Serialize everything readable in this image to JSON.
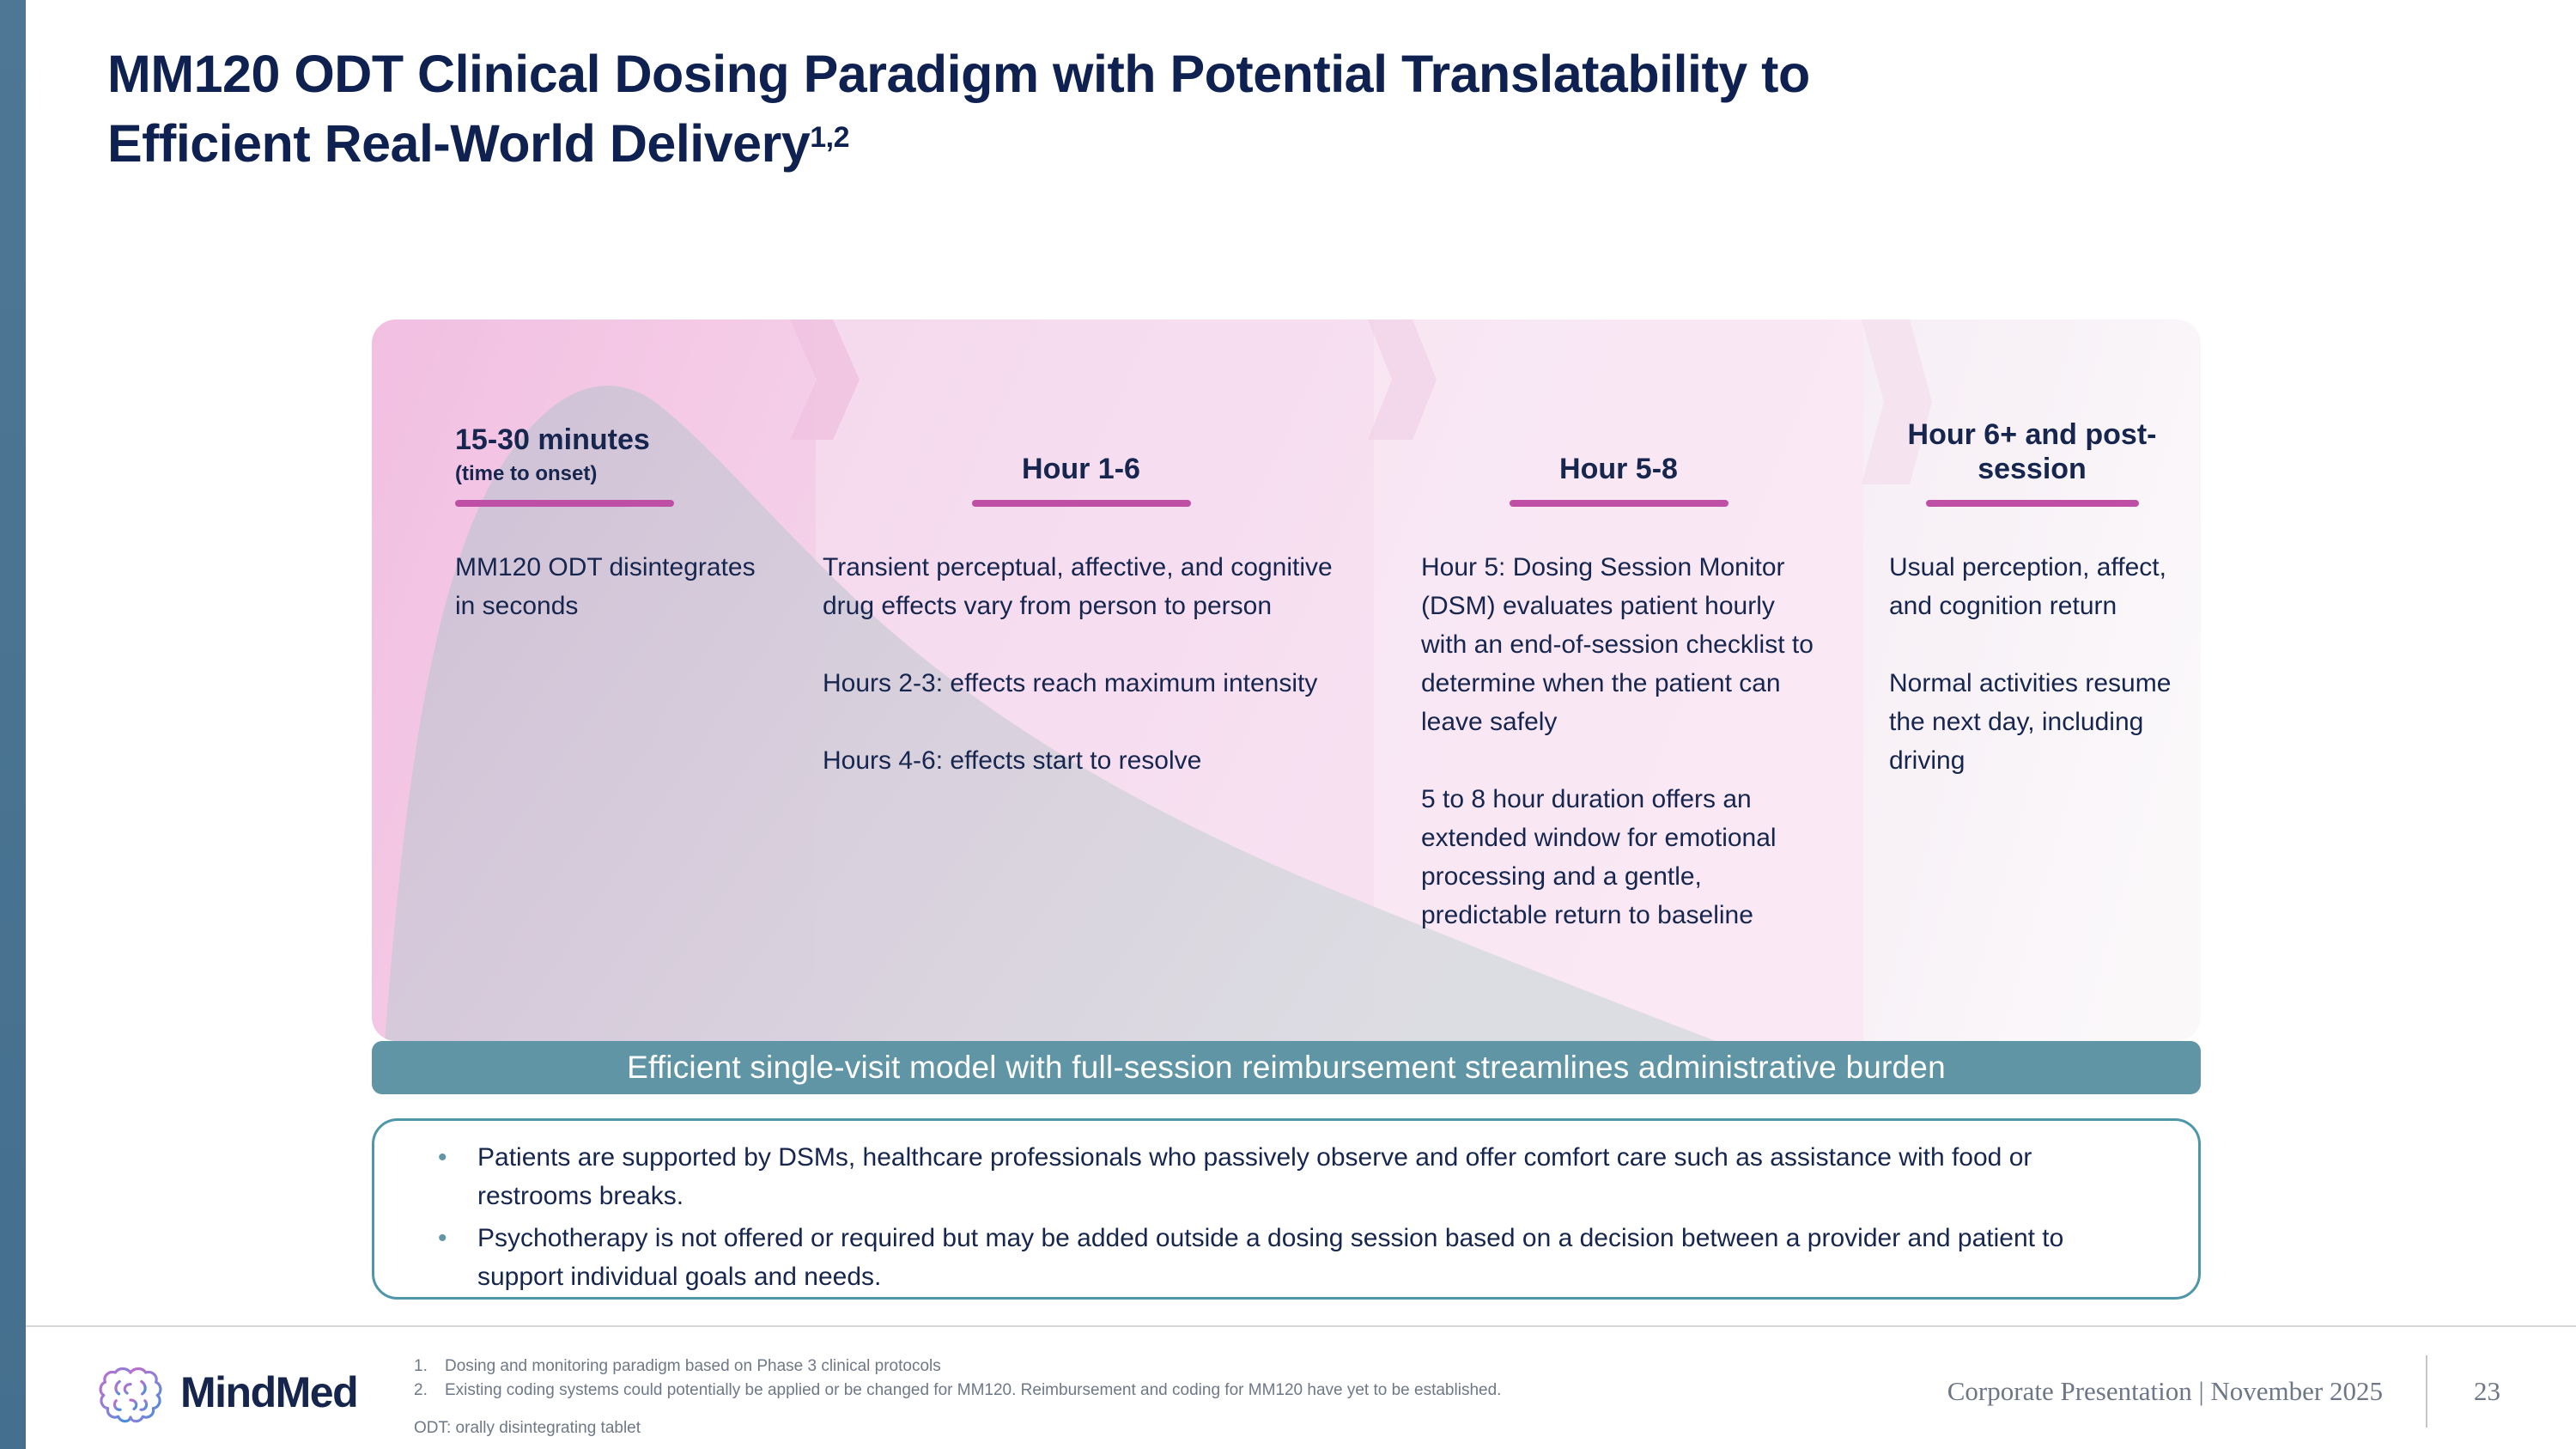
{
  "slide": {
    "title_line1": "MM120 ODT Clinical Dosing Paradigm with Potential Translatability to",
    "title_line2": "Efficient Real-World Delivery",
    "title_superscript": "1,2"
  },
  "timeline": {
    "columns": [
      {
        "header": "15-30 minutes",
        "subheader": "(time to onset)",
        "paragraphs": [
          "MM120 ODT disintegrates in seconds"
        ]
      },
      {
        "header": "Hour 1-6",
        "subheader": "",
        "paragraphs": [
          "Transient perceptual, affective, and cognitive drug effects vary from person to person",
          "Hours 2-3: effects reach maximum intensity",
          "Hours 4-6: effects start to resolve"
        ]
      },
      {
        "header": "Hour 5-8",
        "subheader": "",
        "paragraphs": [
          "Hour 5: Dosing Session Monitor (DSM) evaluates patient hourly with an end-of-session checklist to determine when the patient can leave safely",
          "5 to 8 hour duration offers an extended window for emotional processing and a gentle, predictable return to baseline"
        ]
      },
      {
        "header": "Hour 6+ and post-session",
        "subheader": "",
        "paragraphs": [
          "Usual perception, affect, and cognition return",
          "Normal activities resume the next day, including driving"
        ]
      }
    ]
  },
  "banner": {
    "text": "Efficient single-visit model with full-session reimbursement streamlines administrative burden"
  },
  "callout": {
    "bullets": [
      "Patients are supported by DSMs, healthcare professionals who passively observe and offer comfort care such as assistance with food or restrooms breaks.",
      "Psychotherapy is not offered or required but may be added outside a dosing session based on a decision between a provider and patient to support individual goals and needs."
    ]
  },
  "footer": {
    "brand": "MindMed",
    "footnotes": [
      "Dosing and monitoring paradigm based on Phase 3 clinical protocols",
      "Existing coding systems could potentially be applied or be changed for MM120. Reimbursement and coding for MM120 have yet to be established."
    ],
    "abbreviation": "ODT: orally disintegrating tablet",
    "right_text": "Corporate Presentation | November 2025",
    "page_number": "23"
  },
  "colors": {
    "title_navy": "#0e2150",
    "body_navy": "#16264e",
    "underline_magenta": "#bf4fa4",
    "banner_teal": "#6095a6",
    "callout_border_teal": "#4e96a9",
    "left_bar_blue": "#4e7795",
    "panel_pink": "#f2bfe1",
    "curve_mauve": "#cdc0d5",
    "footer_gray": "#6f7887"
  }
}
